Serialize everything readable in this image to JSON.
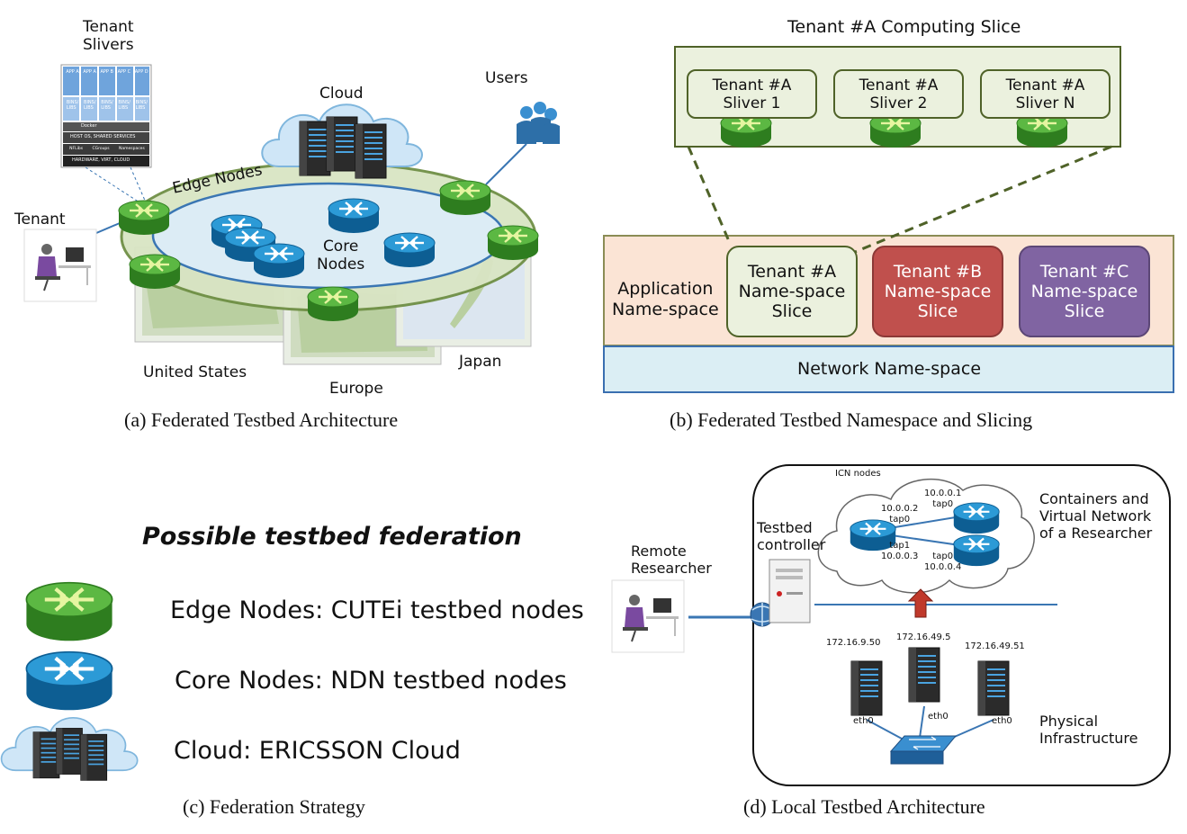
{
  "panel_a": {
    "caption": "(a) Federated Testbed Architecture",
    "tenant_slivers_label": "Tenant\nSlivers",
    "tenant_label": "Tenant",
    "cloud_label": "Cloud",
    "users_label": "Users",
    "edge_nodes_label": "Edge Nodes",
    "core_nodes_label": "Core\nNodes",
    "united_states_label": "United States",
    "europe_label": "Europe",
    "japan_label": "Japan",
    "stack_apps": [
      "APP A",
      "APP A",
      "APP B",
      "APP C",
      "APP D"
    ],
    "stack_bins": "BINS/\nLIBS",
    "stack_docker": "Docker",
    "stack_host": "HOST OS, SHARED SERVICES",
    "stack_services": [
      "NFLibs",
      "CGroups",
      "Namespaces"
    ],
    "stack_hw": "HARDWARE, VIRT, CLOUD"
  },
  "panel_b": {
    "caption": "(b) Federated Testbed Namespace and Slicing",
    "computing_slice_title": "Tenant #A Computing Slice",
    "slivers": [
      "Tenant #A\nSliver 1",
      "Tenant #A\nSliver 2",
      "Tenant #A\nSliver N"
    ],
    "app_namespace_label": "Application\nName-space",
    "ns_slices": [
      {
        "label": "Tenant #A\nName-space\nSlice",
        "color": "#ebf1de"
      },
      {
        "label": "Tenant #B\nName-space\nSlice",
        "color": "#c0504d"
      },
      {
        "label": "Tenant #C\nName-space\nSlice",
        "color": "#8064a2"
      }
    ],
    "network_namespace_label": "Network Name-space"
  },
  "panel_c": {
    "caption": "(c) Federation Strategy",
    "title": "Possible testbed federation",
    "items": [
      {
        "icon": "edge-router-icon",
        "text": "Edge Nodes: CUTEi testbed nodes"
      },
      {
        "icon": "core-router-icon",
        "text": "Core Nodes: NDN testbed nodes"
      },
      {
        "icon": "cloud-servers-icon",
        "text": "Cloud: ERICSSON Cloud"
      }
    ]
  },
  "panel_d": {
    "caption": "(d) Local Testbed Architecture",
    "icn_nodes_label": "ICN nodes",
    "containers_label": "Containers and\nVirtual Network\nof a Researcher",
    "testbed_controller_label": "Testbed\ncontroller",
    "remote_researcher_label": "Remote\nResearcher",
    "physical_label": "Physical\nInfrastructure",
    "addr_tap0_left": "10.0.0.2\ntap0",
    "addr_tap0_right": "10.0.0.1\ntap0",
    "addr_tap1": "tap1\n10.0.0.3",
    "addr_tap0_bottom": "tap0\n10.0.0.4",
    "server_ips": [
      "172.16.9.50",
      "172.16.49.5",
      "172.16.49.51"
    ],
    "eth_labels": [
      "eth0",
      "eth0",
      "eth0"
    ]
  },
  "colors": {
    "edge_green": "#3c9a2c",
    "core_blue": "#1a88c9",
    "ring_fill": "#d9e5c4",
    "inner_ring": "#dcecf5",
    "slice_bg": "#ebf1de",
    "app_ns_bg": "#fbe4d5",
    "net_ns_bg": "#dbeef4"
  }
}
